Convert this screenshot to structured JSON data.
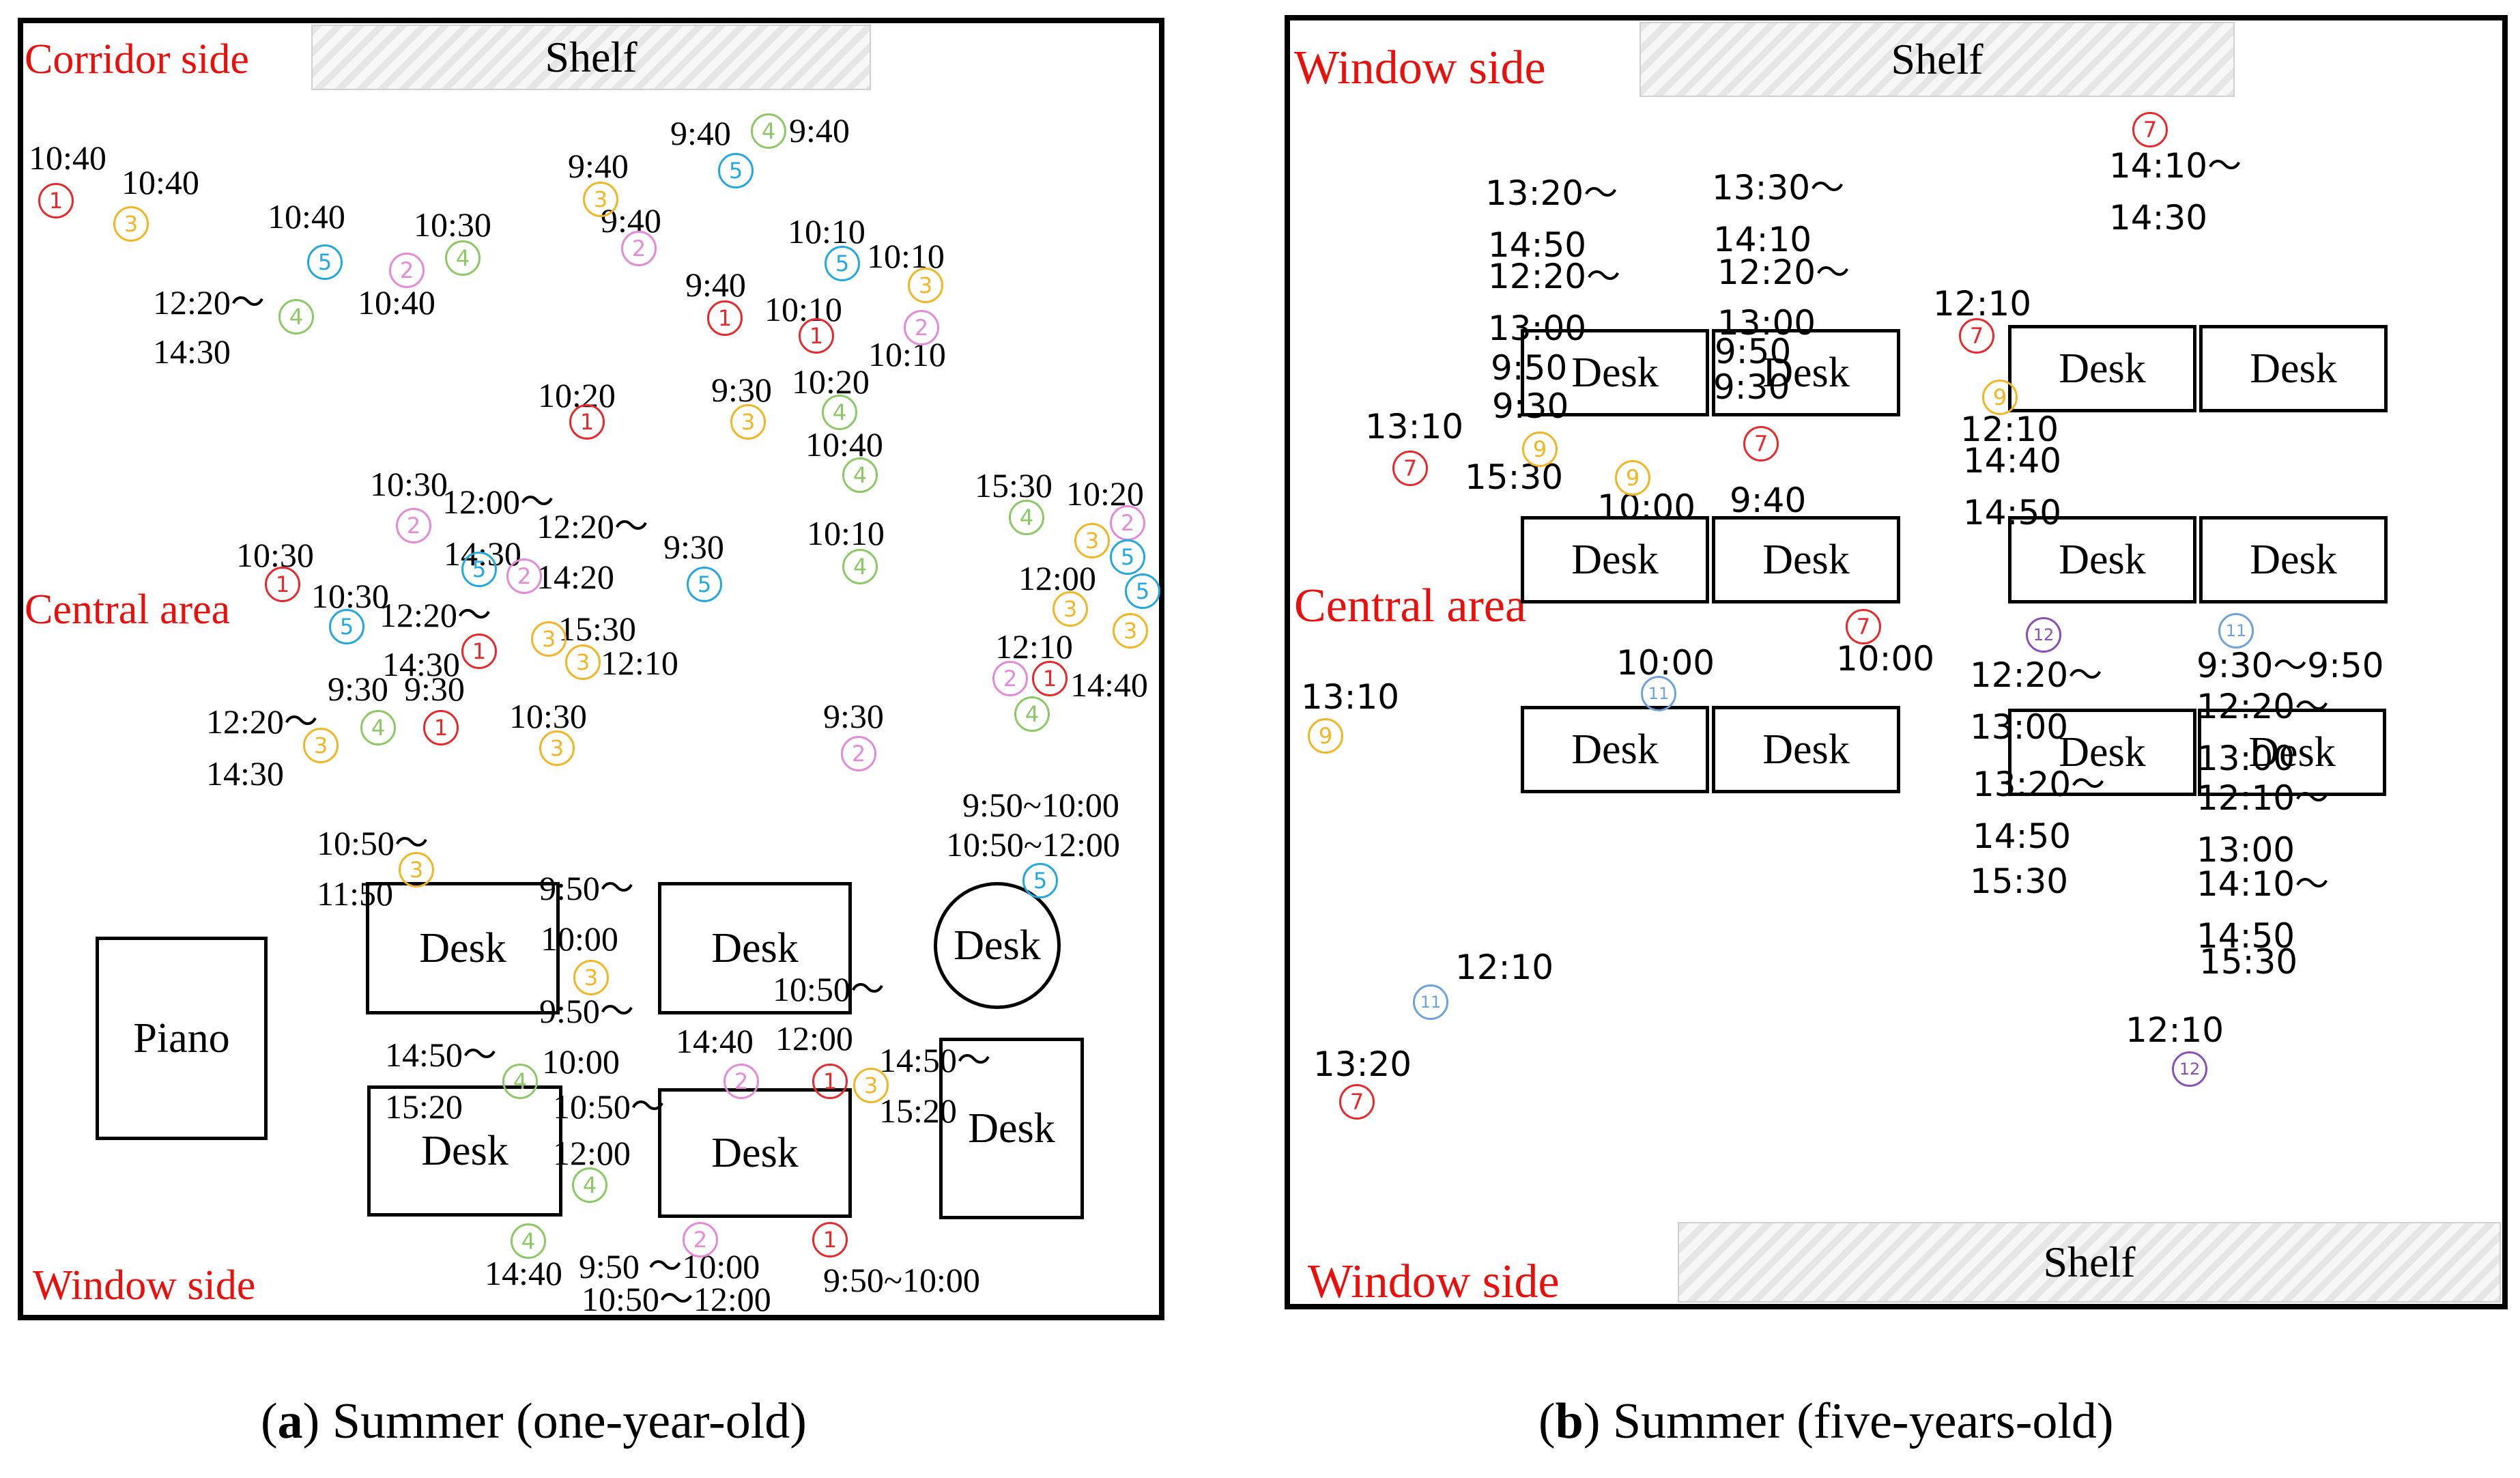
{
  "colors": {
    "1": "#e8282b",
    "2": "#e48ad7",
    "3": "#f2b524",
    "4": "#8cc865",
    "5": "#22a8e0",
    "7": "#e8282b",
    "9": "#f2b524",
    "11": "#6ea2dc",
    "12": "#8a4fb6",
    "side_label": "#e8100c"
  },
  "panel_a": {
    "shelf": "Shelf",
    "side_corridor": "Corridor  side",
    "side_central": "Central area",
    "side_window": "Window side",
    "piano": "Piano",
    "desk": "Desk",
    "caption_letter": "a",
    "caption_text": " Summer (one-year-old)",
    "times": [
      "10:40",
      "10:40",
      "10:40",
      "10:30",
      "10:40",
      "12:20～",
      "14:30",
      "9:40",
      "9:40",
      "9:40",
      "9:40",
      "10:10",
      "10:10",
      "9:40",
      "10:10",
      "10:10",
      "10:20",
      "9:30",
      "10:20",
      "10:40",
      "10:10",
      "15:30",
      "10:20",
      "10:30",
      "12:00～",
      "12:20～",
      "14:30",
      "14:20",
      "9:30",
      "10:30",
      "10:30",
      "12:20～",
      "14:30",
      "15:30",
      "12:10",
      "12:00",
      "12:10",
      "14:40",
      "9:30",
      "9:30",
      "12:20～",
      "14:30",
      "10:30",
      "9:30",
      "9:50~10:00",
      "10:50~12:00",
      "10:50～",
      "11:50",
      "9:50～",
      "10:00",
      "9:50～",
      "10:00",
      "10:50～",
      "12:00",
      "14:50～",
      "15:20",
      "14:40",
      "12:00",
      "10:50～",
      "14:50～",
      "15:20",
      "14:40",
      "9:50 ～10:00",
      "10:50～12:00",
      "9:50~10:00"
    ]
  },
  "panel_b": {
    "shelf_top": "Shelf",
    "shelf_bottom": "Shelf",
    "side_window_top": "Window side",
    "side_central": "Central area",
    "side_window_bottom": "Window side",
    "desk": "Desk",
    "caption_letter": "b",
    "caption_text": " Summer (five-years-old)",
    "times": [
      "13:20～",
      "14:50",
      "12:20～",
      "13:00",
      "9:50",
      "9:30",
      "13:30～",
      "14:10",
      "12:20～",
      "13:00",
      "9:50",
      "9:30",
      "14:10～",
      "14:30",
      "12:10",
      "12:10",
      "14:40",
      "14:50",
      "13:10",
      "15:30",
      "10:00",
      "9:40",
      "10:00",
      "10:00",
      "13:10",
      "12:20～",
      "13:00",
      "13:20～",
      "14:50",
      "15:30",
      "9:30～9:50",
      "12:20～",
      "13:00",
      "12:10～",
      "13:00",
      "14:10～",
      "14:50",
      "15:30",
      "12:10",
      "13:20",
      "12:10"
    ]
  }
}
